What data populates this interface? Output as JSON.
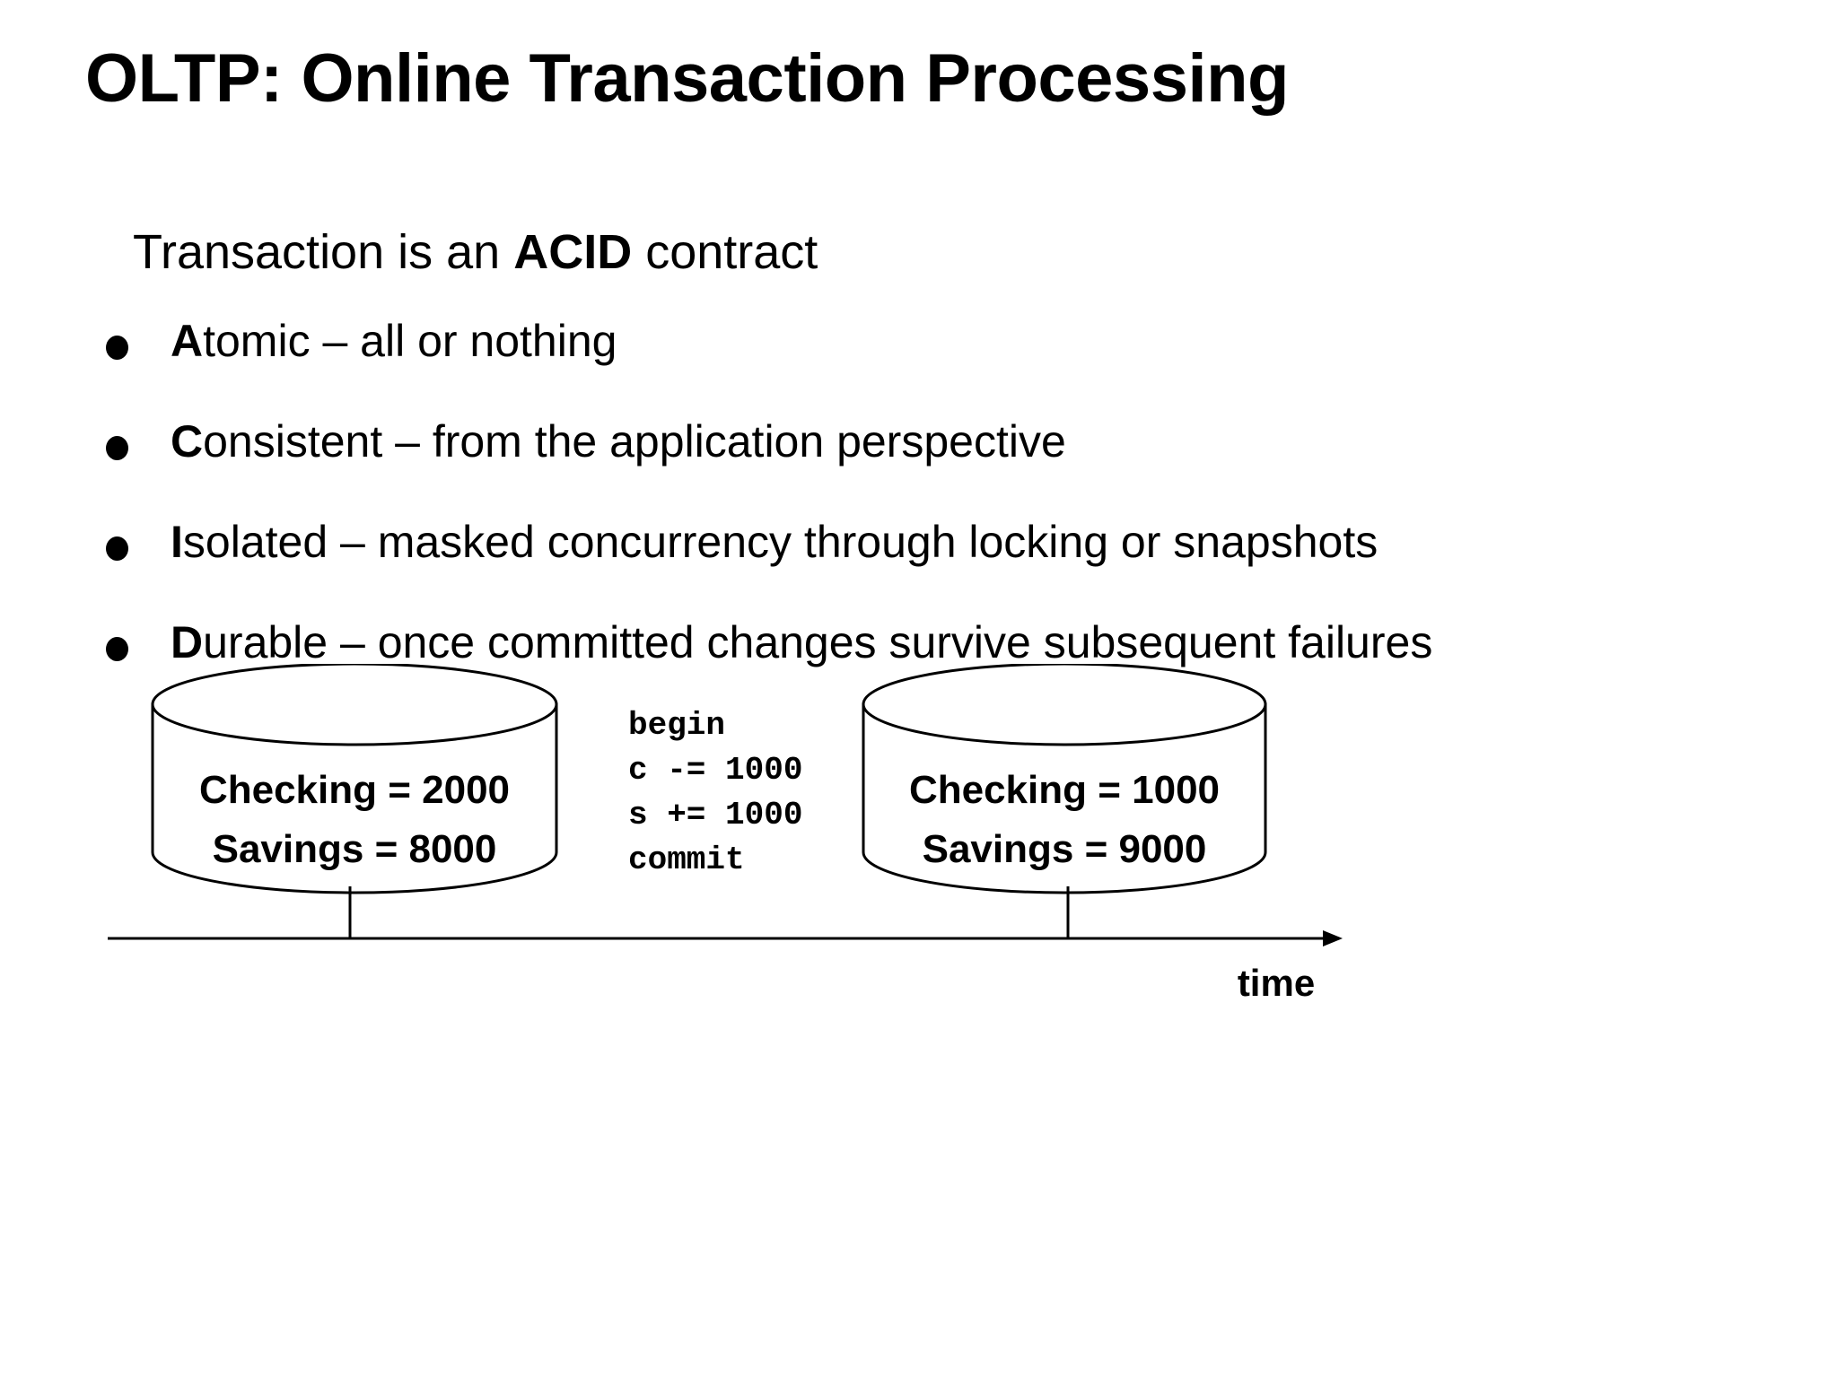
{
  "slide": {
    "title": "OLTP: Online Transaction Processing",
    "subtitle": {
      "before": "Transaction is an ",
      "strong": "ACID",
      "after": " contract"
    },
    "bullets": [
      {
        "lead": "A",
        "rest": "tomic – all or nothing"
      },
      {
        "lead": "C",
        "rest": "onsistent – from the application perspective"
      },
      {
        "lead": "I",
        "rest": "solated – masked concurrency through locking or snapshots"
      },
      {
        "lead": "D",
        "rest": "urable – once committed changes survive subsequent failures"
      }
    ],
    "diagram": {
      "left_db": {
        "line1": "Checking = 2000",
        "line2": "Savings = 8000"
      },
      "right_db": {
        "line1": "Checking = 1000",
        "line2": "Savings = 9000"
      },
      "code": [
        "begin",
        "c -= 1000",
        "s += 1000",
        "commit"
      ],
      "axis_label": "time"
    },
    "colors": {
      "background": "#ffffff",
      "foreground": "#000000",
      "stroke": "#000000"
    }
  }
}
